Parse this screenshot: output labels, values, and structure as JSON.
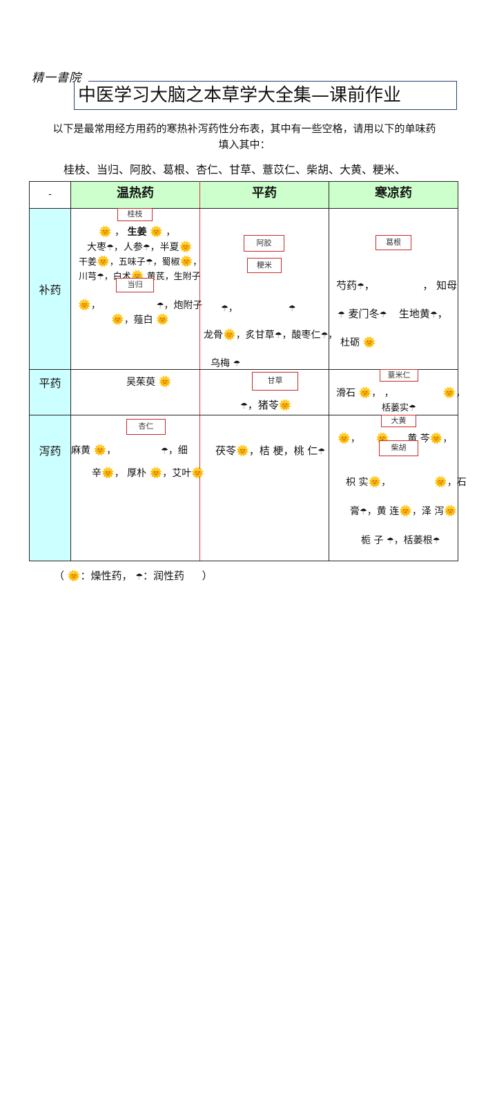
{
  "header": {
    "logo_text": "精一書院",
    "title": "中医学习大脑之本草学大全集—课前作业"
  },
  "intro": {
    "line1": "以下是最常用经方用药的寒热补泻药性分布表，其中有一些空格，请用以下的单味药",
    "line2": "填入其中：",
    "herb_list": "桂枝、当归、阿胶、葛根、杏仁、甘草、薏苡仁、柴胡、大黄、粳米、"
  },
  "icons": {
    "dry": "sun-icon",
    "moist": "umbrella-icon",
    "sun_glyph": "🌞",
    "umbrella_glyph": "☂"
  },
  "colors": {
    "header_green": "#ccffcc",
    "header_cyan": "#ccffff",
    "answer_border": "#c62828",
    "title_border": "#2b3f6b"
  },
  "table": {
    "corner": "-",
    "columns": [
      "温热药",
      "平药",
      "寒凉药"
    ],
    "rows": [
      "补药",
      "平药",
      "泻药"
    ],
    "bu": {
      "warm": {
        "answers": [
          "桂枝",
          "当归"
        ],
        "l1a": "，",
        "l1b": "生姜",
        "l1c": "，",
        "l2a": "大枣",
        "l2b": "，人参",
        "l2c": "，半夏",
        "l3a": "干姜",
        "l3b": "，五味子",
        "l3c": "，蜀椒",
        "l3d": "，",
        "l4a": "川芎",
        "l4b": "，白术",
        "l4c": "黄芪，生附子",
        "l5a": "，",
        "l5b": "，炮附子",
        "l6a": "，薤白"
      },
      "neutral": {
        "answers": [
          "阿胶",
          "粳米"
        ],
        "l1a": "，",
        "l2a": "龙骨",
        "l2b": "，炙甘草",
        "l2c": "，酸枣仁",
        "l2d": "，",
        "l3a": "乌梅"
      },
      "cold": {
        "answers": [
          "葛根"
        ],
        "l1a": "芍药",
        "l1b": "，",
        "l1c": "，  知母",
        "l2a": "麦门冬",
        "l2b": "生地黄",
        "l2c": "，",
        "l3a": "杜砺"
      }
    },
    "ping": {
      "warm": {
        "l1a": "吴茱萸"
      },
      "neutral": {
        "answers": [
          "甘草"
        ],
        "l1a": "，猪苓"
      },
      "cold": {
        "answers": [
          "薏米仁"
        ],
        "l1a": "滑石",
        "l1b": "，  ，",
        "l1c": "，",
        "l2a": "栝蒌实"
      }
    },
    "xie": {
      "warm": {
        "answers": [
          "杏仁"
        ],
        "l1a": "麻黄",
        "l1b": "，",
        "l1c": "，细",
        "l2a": "辛",
        "l2b": "，  厚朴",
        "l2c": "，艾叶"
      },
      "neutral": {
        "l1a": "茯苓",
        "l1b": "，桔 梗，桃 仁"
      },
      "cold": {
        "answers": [
          "大黄",
          "柴胡"
        ],
        "l1a": "，",
        "l1b": "黄 芩",
        "l1c": "，",
        "l2a": "枳 实",
        "l2b": "，",
        "l2c": "，石",
        "l3a": "膏",
        "l3b": "，黄 连",
        "l3c": "，泽 泻",
        "l4a": "栀 子",
        "l4b": "，栝蒌根"
      }
    }
  },
  "legend": {
    "open": "（",
    "dry_label": "：燥性药，",
    "moist_label": "：润性药",
    "close": "）"
  }
}
